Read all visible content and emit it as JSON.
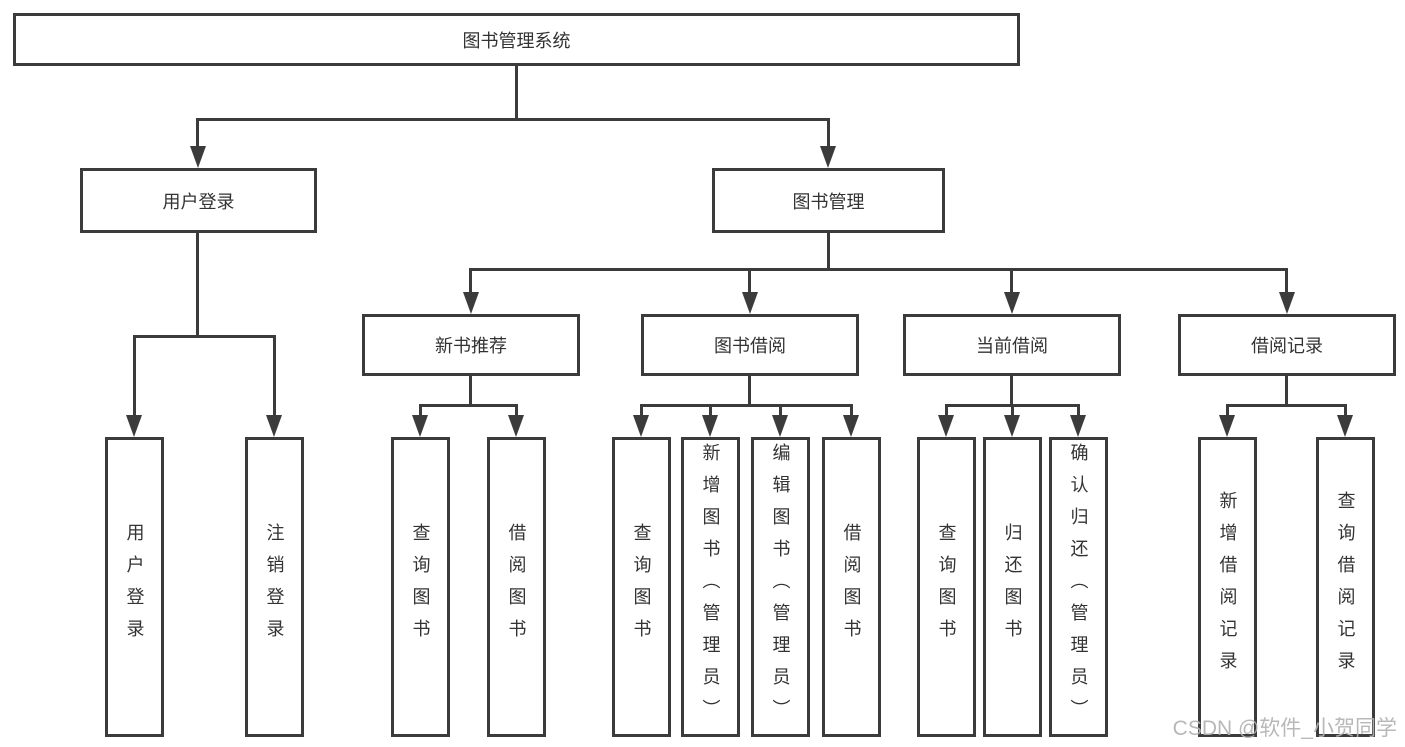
{
  "colors": {
    "line": "#3b3b3b",
    "text": "#333333",
    "box_bg": "#ffffff",
    "background": "#ffffff",
    "watermark": "#b2b2b2"
  },
  "nodes": {
    "root": {
      "label": "图书管理系统"
    },
    "user_login": {
      "label": "用户登录",
      "children": [
        {
          "label": "用户登录"
        },
        {
          "label": "注销登录"
        }
      ]
    },
    "book_mgmt": {
      "label": "图书管理",
      "sections": [
        {
          "label": "新书推荐",
          "children": [
            {
              "label": "查询图书"
            },
            {
              "label": "借阅图书"
            }
          ]
        },
        {
          "label": "图书借阅",
          "children": [
            {
              "label": "查询图书"
            },
            {
              "label": "新增图书（管理员）"
            },
            {
              "label": "编辑图书（管理员）"
            },
            {
              "label": "借阅图书"
            }
          ]
        },
        {
          "label": "当前借阅",
          "children": [
            {
              "label": "查询图书"
            },
            {
              "label": "归还图书"
            },
            {
              "label": "确认归还（管理员）"
            }
          ]
        },
        {
          "label": "借阅记录",
          "children": [
            {
              "label": "新增借阅记录"
            },
            {
              "label": "查询借阅记录"
            }
          ]
        }
      ]
    }
  },
  "watermark": {
    "text": "CSDN @软件_小贺同学"
  }
}
